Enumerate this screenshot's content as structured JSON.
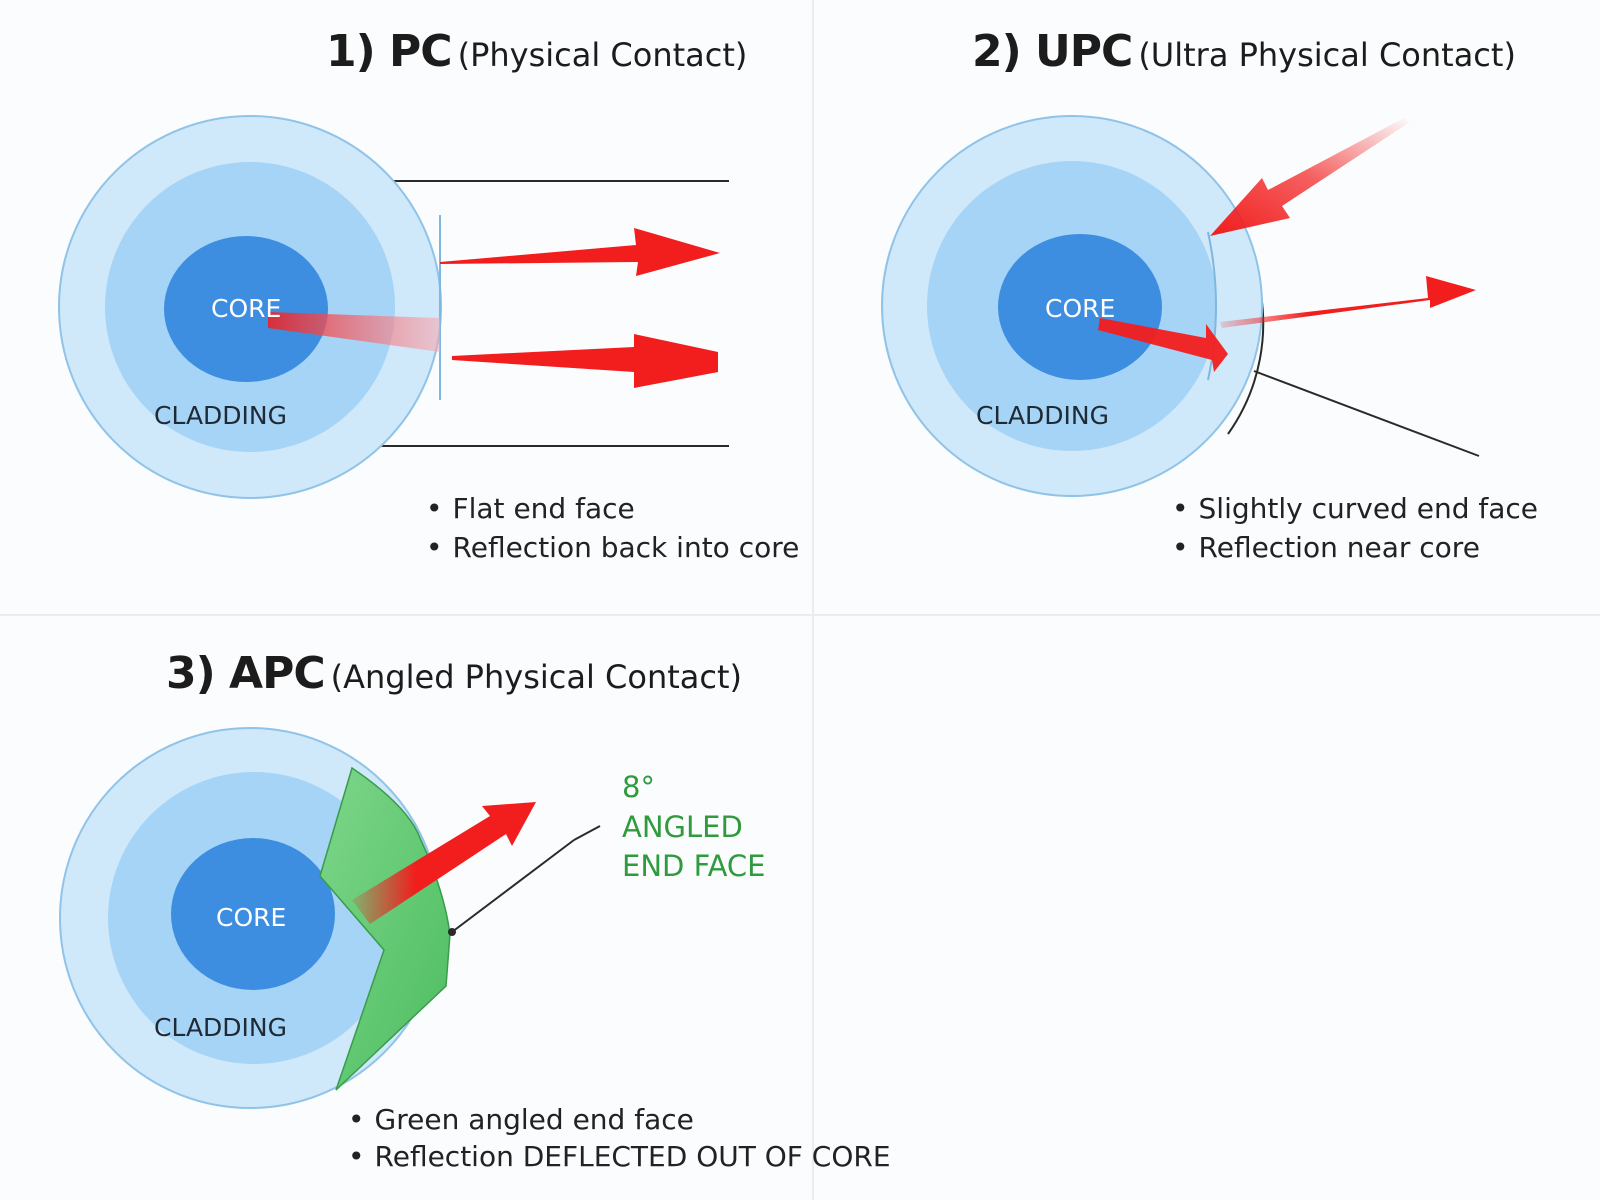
{
  "panels": [
    {
      "number_label": "1) PC",
      "full_name": "(Physical Contact)",
      "core_label": "CORE",
      "cladding_label": "CLADDING",
      "bullets": [
        "Flat end face",
        "Reflection back into core"
      ]
    },
    {
      "number_label": "2) UPC",
      "full_name": "(Ultra Physical Contact)",
      "core_label": "CORE",
      "cladding_label": "CLADDING",
      "bullets": [
        "Slightly curved end face",
        "Reflection near core"
      ]
    },
    {
      "number_label": "3) APC",
      "full_name": "(Angled Physical Contact)",
      "core_label": "CORE",
      "cladding_label": "CLADDING",
      "bullets": [
        "Green angled end face",
        "Reflection DEFLECTED OUT OF CORE"
      ],
      "callout": {
        "angle": "8°",
        "line1": "ANGLED",
        "line2": "END FACE"
      }
    }
  ],
  "colors": {
    "outer_ring": "#cfe8fa",
    "cladding": "#a6d4f6",
    "core": "#3d8ee0",
    "arrow": "#f21d1d",
    "angled_face": "#5cc66e",
    "callout_text": "#2f9b3e"
  }
}
